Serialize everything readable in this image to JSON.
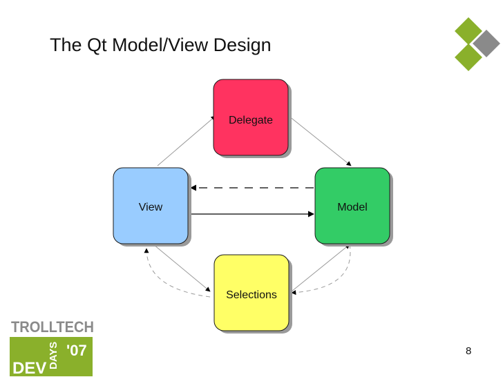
{
  "title": "The Qt Model/View Design",
  "page_number": "8",
  "nodes": {
    "delegate": {
      "label": "Delegate",
      "color": "#ff3360"
    },
    "view": {
      "label": "View",
      "color": "#99ccff"
    },
    "model": {
      "label": "Model",
      "color": "#33cc66"
    },
    "selections": {
      "label": "Selections",
      "color": "#ffff66"
    }
  },
  "logo": {
    "brand": "TROLLTECH",
    "event_line_1": "DEV",
    "event_line_2": "DAYS",
    "year": "'07",
    "color": "#8ab02b"
  },
  "colors": {
    "accent_green": "#8ab02b",
    "accent_gray": "#8a8a8a"
  }
}
